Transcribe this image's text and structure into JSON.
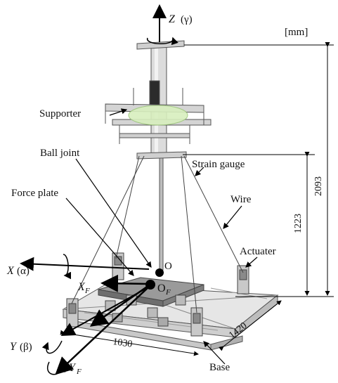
{
  "figure": {
    "unit": "[mm]",
    "labels": {
      "supporter": "Supporter",
      "ball_joint": "Ball joint",
      "strain_gauge": "Strain gauge",
      "force_plate": "Force plate",
      "wire": "Wire",
      "actuater": "Actuater",
      "base": "Base",
      "origin": "O"
    },
    "axes": {
      "z_main": "Z",
      "z_rot": "(γ)",
      "x_main": "X",
      "x_rot": "(α)",
      "y_main": "Y",
      "y_rot": "(β)",
      "xf_main": "X",
      "xf_sub": "F",
      "yf_main": "Y",
      "yf_sub": "F",
      "of_main": "O",
      "of_sub": "F"
    },
    "dimensions": {
      "total_height": "2093",
      "mid_height": "1223",
      "width": "1030",
      "depth": "1420"
    }
  }
}
